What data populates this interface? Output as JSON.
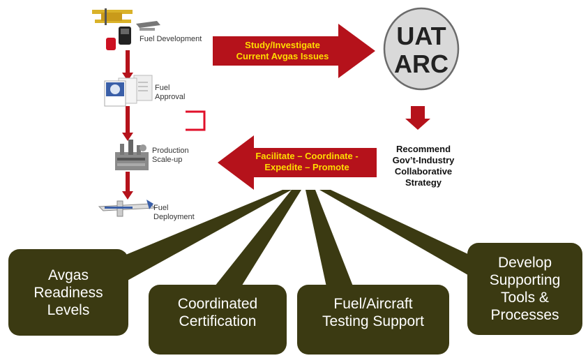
{
  "colors": {
    "arrow_red": "#b5121b",
    "arrow_text": "#ffdd00",
    "olive_box": "#3b3a12",
    "arc_circle": "#d9d9d9"
  },
  "pipeline": {
    "steps": [
      {
        "label": "Fuel Development",
        "icon": "airplane-and-fuel-icon"
      },
      {
        "label": "Fuel Approval",
        "icon": "approval-documents-icon"
      },
      {
        "label": "Production Scale-up",
        "icon": "refinery-icon"
      },
      {
        "label": "Fuel Deployment",
        "icon": "aircraft-icon"
      }
    ]
  },
  "study_arrow": {
    "line1": "Study/Investigate",
    "line2": "Current Avgas Issues"
  },
  "arc": {
    "line1": "UAT",
    "line2": "ARC"
  },
  "recommend": {
    "line1": "Recommend",
    "line2": "Gov’t-Industry",
    "line3": "Collaborative",
    "line4": "Strategy"
  },
  "facilitate_arrow": {
    "line1": "Facilitate – Coordinate -",
    "line2": "Expedite – Promote"
  },
  "outcomes": [
    {
      "line1": "Avgas",
      "line2": "Readiness",
      "line3": "Levels"
    },
    {
      "line1": "Coordinated",
      "line2": "Certification"
    },
    {
      "line1": "Fuel/Aircraft",
      "line2": "Testing Support"
    },
    {
      "line1": "Develop",
      "line2": "Supporting",
      "line3": "Tools &",
      "line4": "Processes"
    }
  ]
}
